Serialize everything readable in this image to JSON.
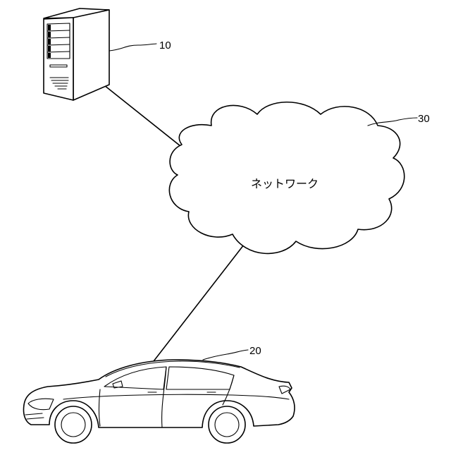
{
  "diagram": {
    "nodes": [
      {
        "id": "server",
        "label": "10",
        "icon": "server-icon"
      },
      {
        "id": "network",
        "label": "30",
        "text": "ネットワーク",
        "icon": "cloud-icon"
      },
      {
        "id": "vehicle",
        "label": "20",
        "icon": "car-icon"
      }
    ],
    "edges": [
      {
        "from": "server",
        "to": "network"
      },
      {
        "from": "network",
        "to": "vehicle"
      }
    ],
    "colors": {
      "line": "#000000",
      "background": "#ffffff"
    }
  }
}
